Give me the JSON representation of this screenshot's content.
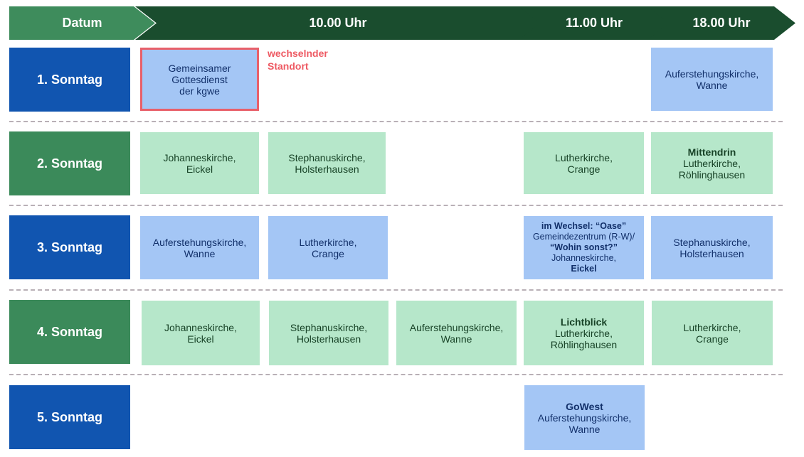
{
  "header": {
    "datum": "Datum",
    "t1000": "10.00 Uhr",
    "t1100": "11.00 Uhr",
    "t1800": "18.00 Uhr"
  },
  "days": {
    "d1": "1. Sonntag",
    "d2": "2. Sonntag",
    "d3": "3. Sonntag",
    "d4": "4. Sonntag",
    "d5": "5. Sonntag"
  },
  "note": [
    "wechselnder",
    "Standort"
  ],
  "cells": {
    "r1a": [
      "Gemeinsamer",
      "Gottesdienst",
      "der kgwe"
    ],
    "r1e": [
      "Auferstehungskirche,",
      "Wanne"
    ],
    "r2a": [
      "Johanneskirche,",
      "Eickel"
    ],
    "r2b": [
      "Stephanuskirche,",
      "Holsterhausen"
    ],
    "r2d": [
      "Lutherkirche,",
      "Crange"
    ],
    "r2e": {
      "title": "Mittendrin",
      "lines": [
        "Lutherkirche,",
        "Röhlinghausen"
      ]
    },
    "r3a": [
      "Auferstehungskirche,",
      "Wanne"
    ],
    "r3b": [
      "Lutherkirche,",
      "Crange"
    ],
    "r3d": {
      "l1": "im Wechsel: “Oase”",
      "l2": "Gemeindezentrum (R-W)/",
      "l3": "“Wohin sonst?”",
      "l4": "Johanneskirche,",
      "l5": "Eickel"
    },
    "r3e": [
      "Stephanuskirche,",
      "Holsterhausen"
    ],
    "r4a": [
      "Johanneskirche,",
      "Eickel"
    ],
    "r4b": [
      "Stephanuskirche,",
      "Holsterhausen"
    ],
    "r4c": [
      "Auferstehungskirche,",
      "Wanne"
    ],
    "r4d": {
      "title": "Lichtblick",
      "lines": [
        "Lutherkirche,",
        "Röhlinghausen"
      ]
    },
    "r4e": [
      "Lutherkirche,",
      "Crange"
    ],
    "r5d": {
      "title": "GoWest",
      "lines": [
        "Auferstehungskirche,",
        "Wanne"
      ]
    }
  },
  "colors": {
    "header_first": "#3e8c5c",
    "header_dark": "#1a4d2e",
    "day_blue": "#1155b0",
    "day_green": "#3b8a5a",
    "cell_green": "#b6e7ca",
    "cell_blue": "#a4c6f5",
    "highlight": "#e8606a"
  }
}
